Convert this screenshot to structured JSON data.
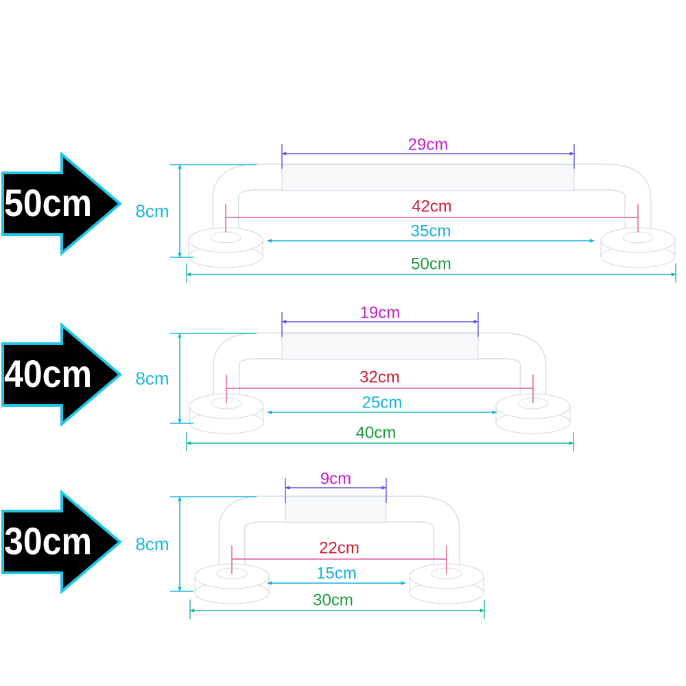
{
  "colors": {
    "arrow_fill": "#000000",
    "arrow_outline": "#1ec6e6",
    "arrow_text": "#ffffff",
    "height_dim": "#19b9d6",
    "grip_dim": "#c31fc8",
    "grip_dim_line": "#5d56e0",
    "center_dim": "#d01b2d",
    "center_dim_line": "#e0589a",
    "inner_dim": "#17b0da",
    "overall_dim": "#1d9a3e",
    "overall_dim_line": "#18b6a0",
    "bar_fill": "#ffffff",
    "bar_stroke": "#d8dde2"
  },
  "products": [
    {
      "size_label": "50cm",
      "height_label": "8cm",
      "grip_label": "29cm",
      "center_label": "42cm",
      "inner_label": "35cm",
      "overall_label": "50cm"
    },
    {
      "size_label": "40cm",
      "height_label": "8cm",
      "grip_label": "19cm",
      "center_label": "32cm",
      "inner_label": "25cm",
      "overall_label": "40cm"
    },
    {
      "size_label": "30cm",
      "height_label": "8cm",
      "grip_label": "9cm",
      "center_label": "22cm",
      "inner_label": "15cm",
      "overall_label": "30cm"
    }
  ]
}
